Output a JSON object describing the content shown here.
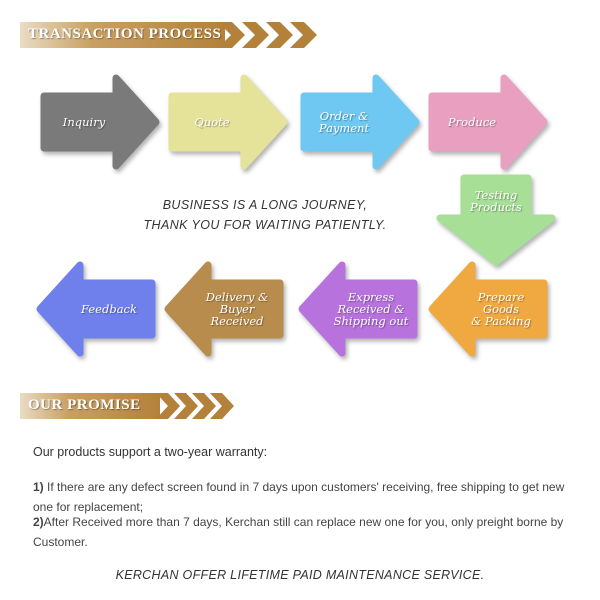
{
  "process_banner": {
    "title": "TRANSACTION PROCESS"
  },
  "steps": [
    {
      "label": "Inquiry",
      "color": "#7a7a7a",
      "direction": "right"
    },
    {
      "label": "Quote",
      "color": "#e5e29a",
      "direction": "right"
    },
    {
      "label": "Order &\nPayment",
      "color": "#6ec8f2",
      "direction": "right"
    },
    {
      "label": "Produce",
      "color": "#e89fc0",
      "direction": "right"
    },
    {
      "label": "Testing\nProducts",
      "color": "#a7df96",
      "direction": "down"
    },
    {
      "label": "Prepare Goods\n& Packing",
      "color": "#f0a940",
      "direction": "left"
    },
    {
      "label": "Express\nReceived &\nShipping out",
      "color": "#b872de",
      "direction": "left"
    },
    {
      "label": "Delivery &\nBuyer Received",
      "color": "#b88c4c",
      "direction": "left"
    },
    {
      "label": "Feedback",
      "color": "#6f80ec",
      "direction": "left"
    }
  ],
  "slogan": {
    "line1": "BUSINESS IS A LONG JOURNEY,",
    "line2": "THANK YOU FOR WAITING PATIENTLY."
  },
  "promise_banner": {
    "title": "OUR PROMISE"
  },
  "promise": {
    "intro": "Our products support a two-year warranty:",
    "item1_num": "1)",
    "item1_text": " If there are any defect screen found in 7 days upon  customers' receiving, free shipping to get new one for replacement;",
    "item2_num": "2)",
    "item2_text": "After Received more than 7 days,  Kerchan still can replace new one for you, only  preight borne by Customer.",
    "closing": "KERCHAN OFFER LIFETIME PAID MAINTENANCE SERVICE."
  }
}
